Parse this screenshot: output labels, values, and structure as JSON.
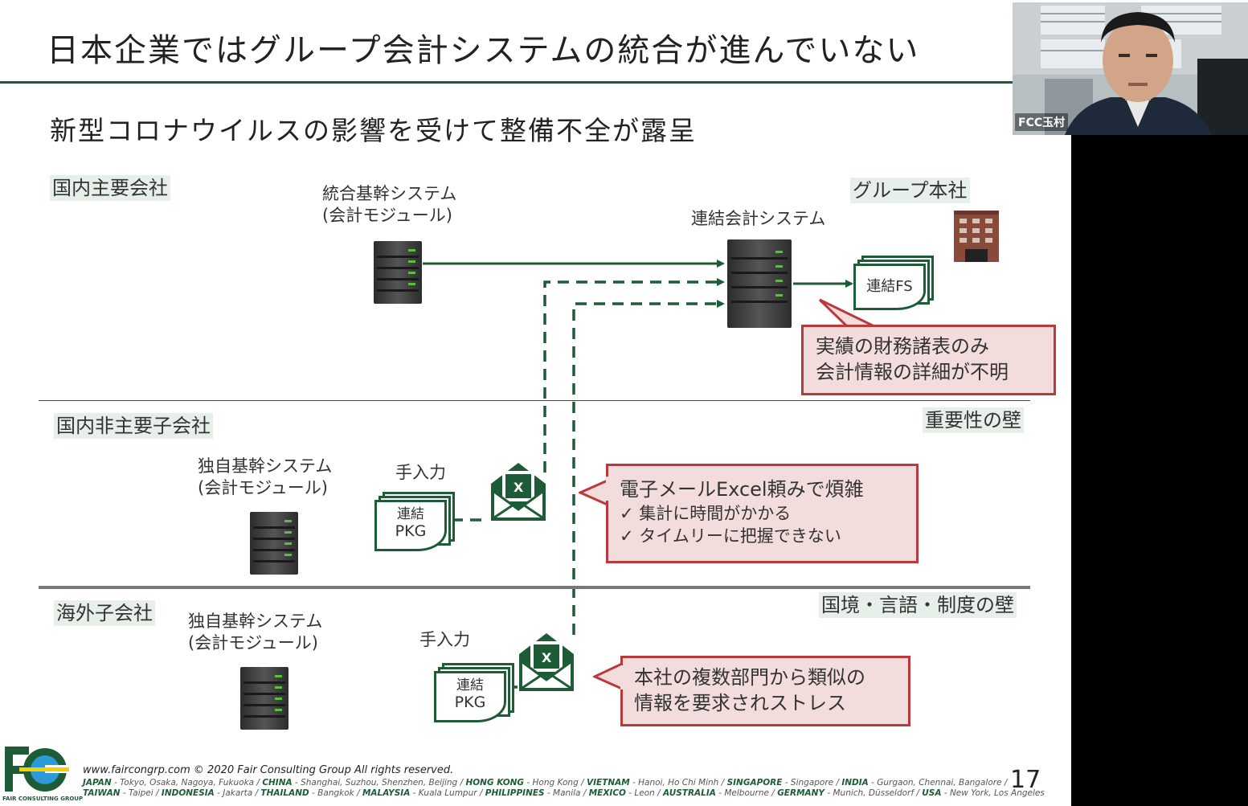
{
  "slide": {
    "title": "日本企業ではグループ会計システムの統合が進んでいない",
    "subtitle": "新型コロナウイルスの影響を受けて整備不全が露呈",
    "page_number": "17"
  },
  "sections": {
    "domestic_major": "国内主要会社",
    "group_hq": "グループ本社",
    "domestic_minor": "国内非主要子会社",
    "materiality_wall": "重要性の壁",
    "overseas": "海外子会社",
    "border_wall": "国境・言語・制度の壁"
  },
  "labels": {
    "integrated_system_l1": "統合基幹システム",
    "integrated_system_l2": "(会計モジュール)",
    "consolidation_system": "連結会計システム",
    "consolidated_fs": "連結FS",
    "own_system_1_l1": "独自基幹システム",
    "own_system_1_l2": "(会計モジュール)",
    "manual_input_1": "手入力",
    "pkg_1_l1": "連結",
    "pkg_1_l2": "PKG",
    "own_system_2_l1": "独自基幹システム",
    "own_system_2_l2": "(会計モジュール)",
    "manual_input_2": "手入力",
    "pkg_2_l1": "連結",
    "pkg_2_l2": "PKG"
  },
  "callouts": {
    "fs_only_l1": "実績の財務諸表のみ",
    "fs_only_l2": "会計情報の詳細が不明",
    "email_title": "電子メールExcel頼みで煩雑",
    "email_item1": "✓ 集計に時間がかかる",
    "email_item2": "✓ タイムリーに把握できない",
    "stress_l1": "本社の複数部門から類似の",
    "stress_l2": "情報を要求されストレス"
  },
  "footer": {
    "copyright": "www.faircongrp.com © 2020 Fair Consulting Group All rights reserved.",
    "logo_caption": "FAIR CONSULTING GROUP",
    "line1": [
      {
        "country": "JAPAN",
        "cities": " - Tokyo, Osaka, Nagoya, Fukuoka / "
      },
      {
        "country": "CHINA",
        "cities": " - Shanghai, Suzhou, Shenzhen, Beijing / "
      },
      {
        "country": "HONG KONG",
        "cities": " - Hong Kong / "
      },
      {
        "country": "VIETNAM",
        "cities": " - Hanoi, Ho Chi Minh / "
      },
      {
        "country": "SINGAPORE",
        "cities": " - Singapore / "
      },
      {
        "country": "INDIA",
        "cities": " - Gurgaon, Chennai, Bangalore /"
      }
    ],
    "line2": [
      {
        "country": "TAIWAN",
        "cities": " - Taipei / "
      },
      {
        "country": "INDONESIA",
        "cities": " - Jakarta / "
      },
      {
        "country": "THAILAND",
        "cities": " - Bangkok / "
      },
      {
        "country": "MALAYSIA",
        "cities": " - Kuala Lumpur / "
      },
      {
        "country": "PHILIPPINES",
        "cities": " - Manila / "
      },
      {
        "country": "MEXICO",
        "cities": " - Leon / "
      },
      {
        "country": "AUSTRALIA",
        "cities": " - Melbourne / "
      },
      {
        "country": "GERMANY",
        "cities": " - Munich, Düsseldorf / "
      },
      {
        "country": "USA",
        "cities": " - New York, Los Angeles"
      }
    ]
  },
  "video": {
    "participant_label": "FCC玉村"
  },
  "colors": {
    "accent_green": "#1d5c36",
    "callout_fill": "#f3dcdc",
    "callout_border": "#b9393c",
    "tag_fill": "#e7f0e8",
    "led_green": "#5dbb46"
  }
}
